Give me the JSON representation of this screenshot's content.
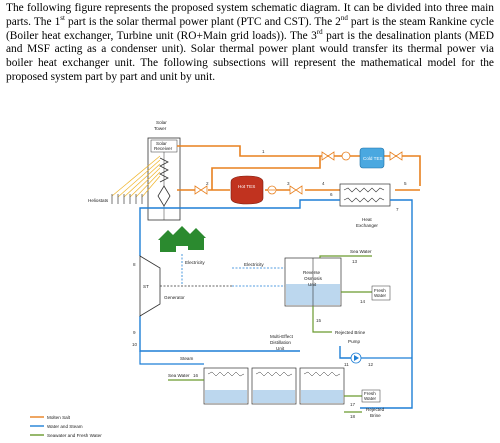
{
  "paragraph": {
    "s1": "The following figure represents the proposed system schematic diagram. It can be divided into three main parts. The 1",
    "sup1": "st",
    "s2": " part is the solar thermal power plant (PTC and CST). The 2",
    "sup2": "nd",
    "s3": " part is the steam Rankine cycle (Boiler heat exchanger, Turbine unit (RO+Main grid loads)). The 3",
    "sup3": "rd",
    "s4": " part is the desalination plants (MED and MSF acting as a condenser unit). Solar thermal power plant would transfer its thermal power via boiler heat exchanger unit. The following subsections will represent the mathematical model for the proposed system part by part and unit by unit."
  },
  "diagram": {
    "labels": {
      "solar_tower": [
        "Solar",
        "Tower"
      ],
      "solar_receiver": [
        "Solar",
        "Receiver"
      ],
      "heliostats": "Heliostats",
      "hot_tes": "Hot TES",
      "cold_tes": "Cold TES",
      "heat_exchanger": [
        "Heat",
        "Exchanger"
      ],
      "electricity_1": "Electricity",
      "electricity_2": "Electricity",
      "sea_water_ro": "Sea Water",
      "ro_unit": [
        "Reverse",
        "Osmosis",
        "Unit"
      ],
      "fresh_water_ro": [
        "Fresh",
        "Water"
      ],
      "rejected_brine_ro": "Rejected Brine",
      "st": "ST",
      "generator": "Generator",
      "med_unit": [
        "Multi-Effect",
        "Distillation",
        "Unit"
      ],
      "pump": "Pump",
      "steam": "Steam",
      "sea_water_med": "Sea Water",
      "fresh_water_med": [
        "Fresh",
        "Water"
      ],
      "rejected_brine_med": [
        "Rejected",
        "Brine"
      ]
    },
    "numbers": [
      "1",
      "2",
      "3",
      "4",
      "5",
      "6",
      "7",
      "8",
      "9",
      "10",
      "11",
      "12",
      "13",
      "14",
      "15",
      "16",
      "17",
      "18"
    ],
    "legend": [
      {
        "label": "Molten Salt",
        "color": "#e8801f"
      },
      {
        "label": "Water and Steam",
        "color": "#1e7fd6"
      },
      {
        "label": "Seawater and Fresh Water",
        "color": "#6a9a2e"
      }
    ]
  }
}
